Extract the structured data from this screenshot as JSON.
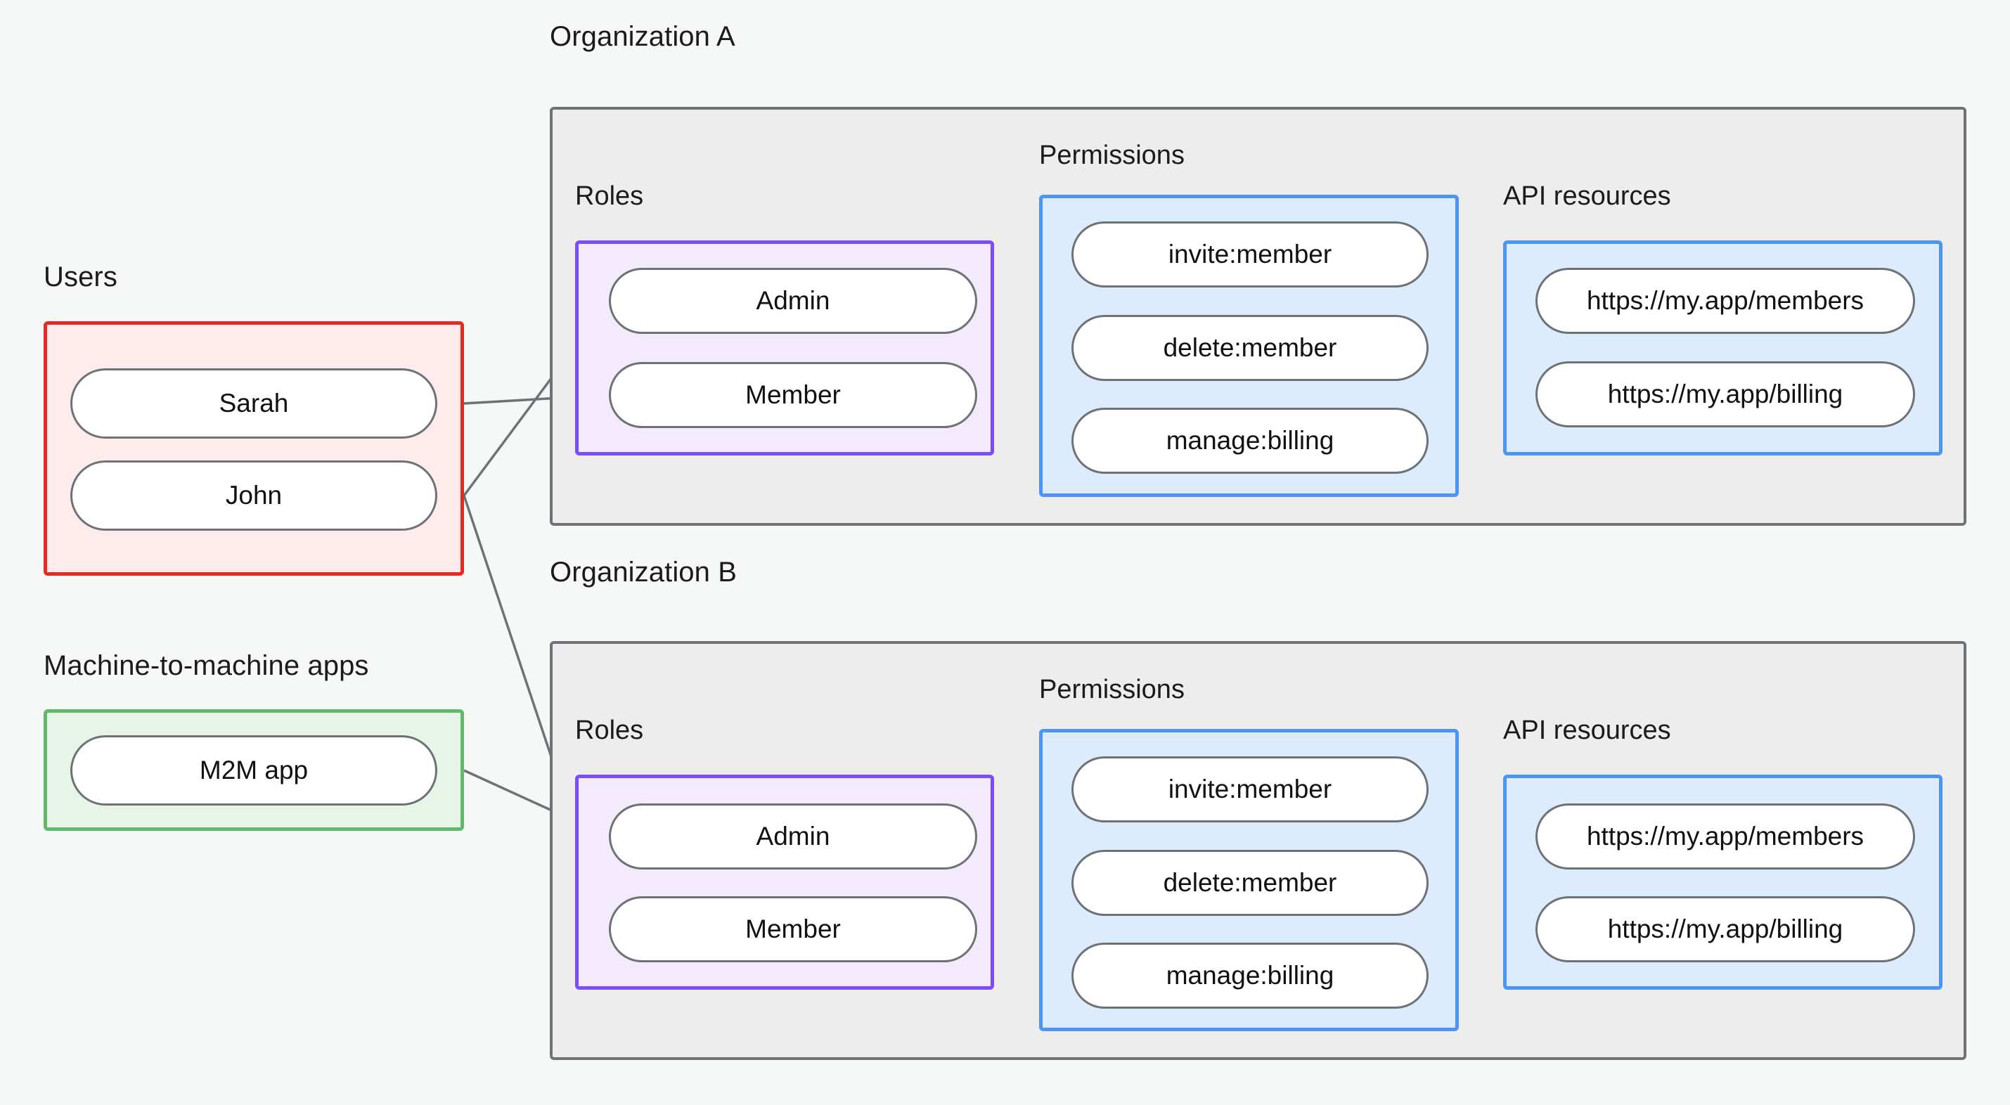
{
  "diagram": {
    "title_users": "Users",
    "title_m2m": "Machine-to-machine apps",
    "orgs": [
      {
        "name": "Organization A",
        "roles_label": "Roles",
        "permissions_label": "Permissions",
        "api_label": "API resources",
        "roles": [
          "Admin",
          "Member"
        ],
        "permissions": [
          "invite:member",
          "delete:member",
          "manage:billing"
        ],
        "api_resources": [
          "https://my.app/members",
          "https://my.app/billing"
        ]
      },
      {
        "name": "Organization B",
        "roles_label": "Roles",
        "permissions_label": "Permissions",
        "api_label": "API resources",
        "roles": [
          "Admin",
          "Member"
        ],
        "permissions": [
          "invite:member",
          "delete:member",
          "manage:billing"
        ],
        "api_resources": [
          "https://my.app/members",
          "https://my.app/billing"
        ]
      }
    ],
    "users": [
      "Sarah",
      "John"
    ],
    "m2m_apps": [
      "M2M app"
    ],
    "colors": {
      "background": "#f6f8f8",
      "org_fill": "#ededed",
      "org_border": "#6e7276",
      "users_fill": "#fdeceb",
      "users_border": "#e32b22",
      "m2m_fill": "#e7f5e9",
      "m2m_border": "#62b96a",
      "roles_fill": "#f3eafc",
      "roles_border": "#7c4dff",
      "blue_fill": "#dcecfd",
      "blue_border": "#4d94f7",
      "node_border": "#6e7276",
      "node_fill": "#ffffff",
      "edge": "#6e7276"
    }
  }
}
